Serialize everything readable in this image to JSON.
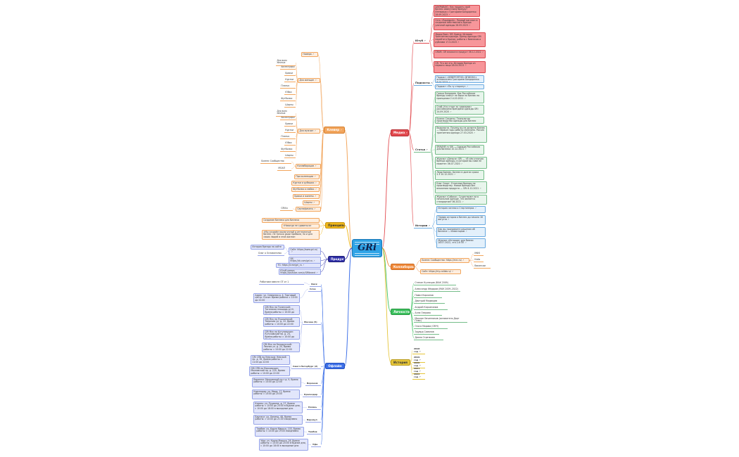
{
  "center": {
    "title": "GRi"
  },
  "colors": {
    "media": "#e24a4f",
    "brand": "#f2a55c",
    "principles": "#f0b81a",
    "product": "#2f2fa8",
    "stores": "#3c6fe8",
    "collab": "#f08a3c",
    "people": "#3cc15f",
    "history": "#e5c53a"
  },
  "branches": {
    "media": "Медиа",
    "brand": "Клевер",
    "principles": "Принципы",
    "product": "Продукт",
    "stores": "Офлайн",
    "collab": "Коллаборации",
    "people": "Личности",
    "history": "История"
  },
  "media": {
    "youtube": "Ютуб",
    "podcasts": "Подкасты",
    "articles": "Статьи",
    "stories": "Истории",
    "youtube_items": [
      "ЗАКРЫВАЮ. Как продать свой бизнес известному бренду? Интервью с Григорием Бондаренко 28.09.2023",
      "Сеть «ПарфюмА». Первый магазин в создании собственного бренда уличной одежды 28.09.2023",
      "Дарья Евич. GR. Бренд. История транзитная одежда. Бренд одежды GRi перейти в Кризис, работы с бизнесом и рублями 17.3.2023",
      "GRAM. GR вложил в продукт 06.12.2022",
      "GR. Что же это. История бренда из первого лица 28.04.2023"
    ],
    "podcast_items": [
      "Подкаст «НЕВЕРОЯТНО» ВПИСКИ с основателем Григорием Бондаренко 8.04.2023",
      "Подкаст «По ту сторону»"
    ],
    "article_items": [
      "Гриша Бондарев. Как Российские бренды смогут не были на бизнес по принципам 2.4.20.2021",
      "Сноб. Кто стоит за «рваными» российскими брендами одежды GRi 24.09.2020",
      "Бизнес Секреты. Технология производства одежды для бизнес 30.08.2021",
      "Ведомости. Почему вы не делаете бизнес — первые годы работы магазина. Россия транзитная одежда 27.03.2020",
      "SRAVNIE.ru GRi — Одежда Российская для бизнеса 10.12.2021",
      "Журнал «Деньги» GRi — «В чём отличия бренда одежды, в котором вы сами не можете» 06.07.2020",
      "Леди Бизнес. Бизнес в долгих срока 2.3 10.12.2021",
      "Блог Спорт. Отличные бренды по производству. Новые бренды без вложения продукта — GRi 4.12.2021",
      "Журнал «Собака». Существуют ли в начальном одежде, что является стандартом? 06.2021"
    ],
    "story_items": [
      "История личная о Стартаперах",
      "Первая история о бизнес до начала 16 августа",
      "Как вы принимаете решения об бизнесе — Инвесторам",
      "Журнал «Истории» для бизнес 18.07.2022, что 2-й ПП"
    ]
  },
  "brand": {
    "numbers": "Номера",
    "for_women_label": "Для женщин",
    "for_men_label": "Для мужчин",
    "women_items": [
      "Для всех личных",
      "Аксессуары",
      "Брюки",
      "Куртки",
      "Платья",
      "Юбки",
      "Футболки",
      "Шорты"
    ],
    "men_items": [
      "Для всех личных",
      "Аксессуары",
      "Брюки",
      "Куртки",
      "Платья",
      "Юбки",
      "Футболки",
      "Шорты"
    ],
    "collabs_label": "Коллаборации",
    "collab_items": [
      "Бизнес Сообщество",
      "МОАП"
    ],
    "misc_items": [
      "Про коллекции",
      "Куртки и рубашки",
      "Футболки и майки",
      "Брюки и жилеты",
      "Шорты"
    ],
    "certificates": "Сертификаты",
    "certificates_note": "GRi4u"
  },
  "principles": {
    "items": [
      "Создание бизнеса для бизнеса",
      "«Никогда не сдаваться»",
      "«Мы создаём экологичный и интересный бизнес, не только ради прибыли, но и для своих людей в этой жизни»"
    ]
  },
  "product": {
    "items": [
      "Сайт: https://www.gri.ru/",
      "VK: https://vk.com/gri.ru",
      "TG: https://t.me/gri_ru",
      "Ютуб канал: https://youtube.com/c/GRIbrand"
    ],
    "left_items": [
      "История бренда на сайте",
      "Блог о Основателях"
    ]
  },
  "collab": {
    "items": [
      "Бизнес Сообщество: https://mrc.ru/",
      "Сайт: https://my-collab.ru/"
    ],
    "right_items": [
      "МФО",
      "Nulla",
      "Вакансии"
    ]
  },
  "people": {
    "items": [
      "Степан Кузнецов (МАК 2009)",
      "Александр Фёдоров (МАК 2009–2022)",
      "Павел Кирсанов",
      "Дмитрий Медведев",
      "Андрей Кирсаномов",
      "Алла Озерова",
      "Максим Овчинников (основатель Дарт Плюс)",
      "Ольга Морова (ОМЧ)",
      "Эдуард Симонов",
      "Диана Стрелкова"
    ]
  },
  "history": {
    "years": [
      "2018 год",
      "2019 год",
      "2020 год",
      "2021 год",
      "2022 год"
    ]
  },
  "stores": {
    "cities": [
      "Омск",
      "Сочи",
      "Москва (5)",
      "Санкт-Петербург (2)",
      "Воронеж",
      "Краснодар",
      "Казань",
      "Барнаул",
      "Тамбов",
      "Уфа"
    ],
    "omsk": "Работаем вместе ОТ от 1",
    "sochi": "Адрес: ул. Северная д. 4, Торговый центр «Сочи» Время работы: с 10:00 до 22:00",
    "moscow_items": [
      "GRi Мск на Таганской: Таганская площадь д.10, Время работы: с 10:00 до 22:00",
      "GRi Мск на Пушкинской: Тверская ул. д. 22, Время работы: с 10:00 до 22:00",
      "GRi Мск на Кутузовском: Кутузовский пр. д. 24, Время работы: с 10:00 до 22:00",
      "GRi Мск на Белорусской: Лесная ул. д. 20, Время работы: с 10:00 до 22:00"
    ],
    "spb_items": [
      "GRi СПб на Невском: Невский пр. д. 35, Время работы: с 11:00 до 22:00",
      "GRi СПб на Московском: Московский пр. д. 220, Время работы: с 10:00 до 22:00"
    ],
    "voronezh": "Воронеж: Московский пр-т д. 9, Время работы: с 10:00 до 22:00",
    "krasnodar": "Краснодар: ул. Мира, 17, Время работы: с 10:00 до 20:00",
    "kazan": "Казань: ул. Пушкина, д. 27, Время работы: с 10:00 до 20:00 в будние дни, с 10:00 до 18:00 в выходные дни",
    "barnaul": "Барнаул: ул. Ленина, 48, Время работы: с 10:00 до 21:00 ежедневно",
    "tambov": "Тамбов: ул. Карла Маркса, 103, Время работы: с 10:00 до 19:00 ежедневно",
    "ufa": "Уфа: ул. Карла Маркса, 26, Время работы: с 10:00 до 20:00 в будние дни, с 10:00 до 18:00 в выходные дни"
  }
}
